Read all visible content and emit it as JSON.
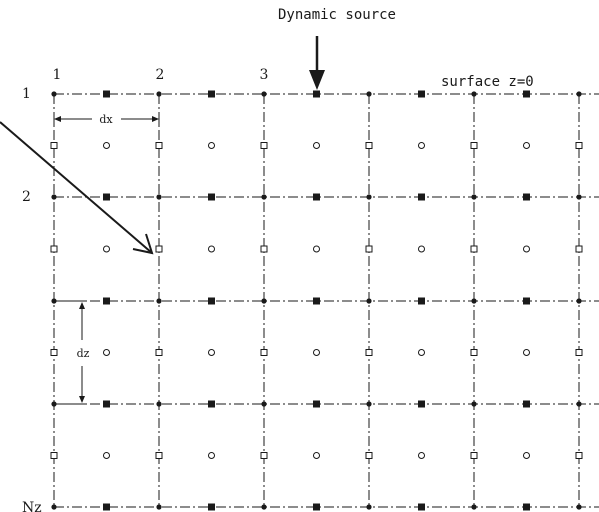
{
  "title": "Dynamic source",
  "surface_label": "surface z=0",
  "dx_label": "dx",
  "dz_label": "dz",
  "col_labels": [
    "1",
    "2",
    "3"
  ],
  "row_labels": [
    "1",
    "2",
    "Nz"
  ],
  "colors": {
    "ink": "#1a1a1a",
    "background": "#ffffff"
  },
  "legend_marks": {
    "grid_node": "filled-circle",
    "x_staggered_node": "filled-square",
    "z_staggered_node": "open-square",
    "cell_center_node": "open-circle"
  }
}
